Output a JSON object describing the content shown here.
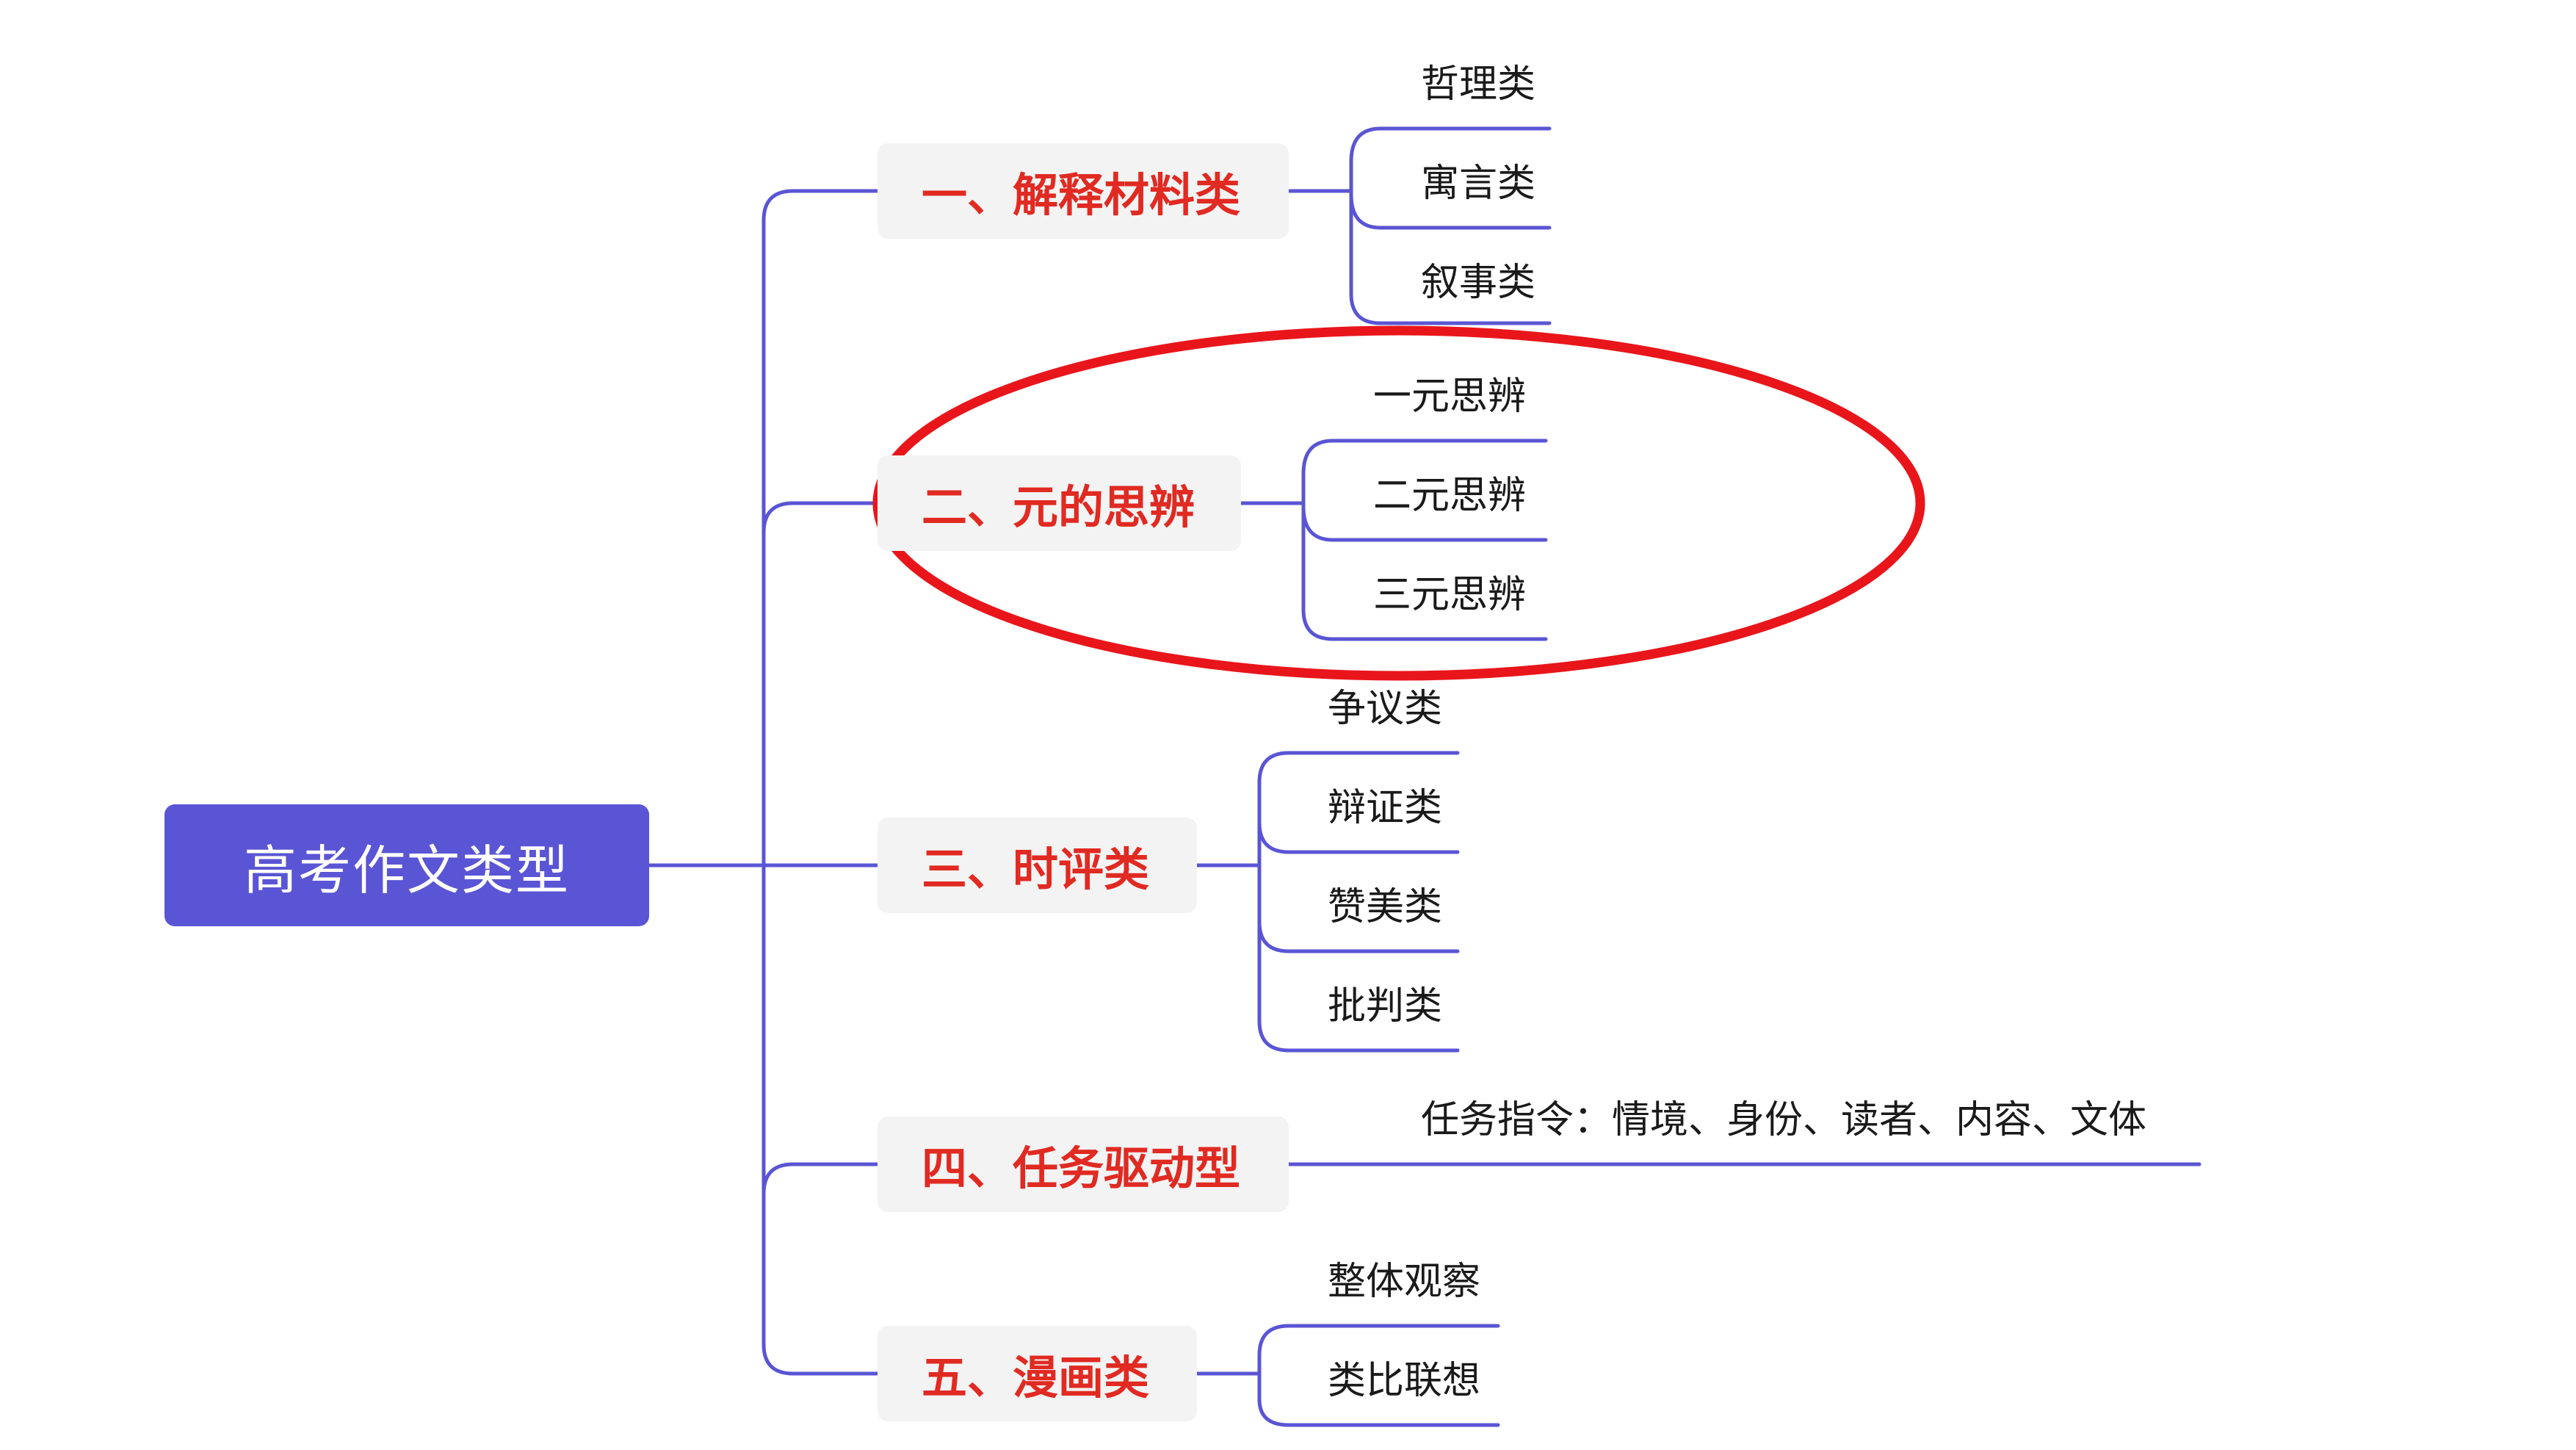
{
  "root": {
    "label": "高考作文类型"
  },
  "branches": [
    {
      "label": "一、解释材料类",
      "children": [
        "哲理类",
        "寓言类",
        "叙事类"
      ]
    },
    {
      "label": "二、元的思辨",
      "children": [
        "一元思辨",
        "二元思辨",
        "三元思辨"
      ]
    },
    {
      "label": "三、时评类",
      "children": [
        "争议类",
        "辩证类",
        "赞美类",
        "批判类"
      ]
    },
    {
      "label": "四、任务驱动型",
      "children": [
        "任务指令：情境、身份、读者、内容、文体"
      ]
    },
    {
      "label": "五、漫画类",
      "children": [
        "整体观察",
        "类比联想"
      ]
    }
  ],
  "colors": {
    "connector": "#5a55d4",
    "root_fill": "#5a55d4",
    "branch_text": "#e02a22",
    "highlight_ring": "#e8161b"
  },
  "highlight": {
    "target_branch": "二、元的思辨",
    "shape": "ellipse"
  }
}
